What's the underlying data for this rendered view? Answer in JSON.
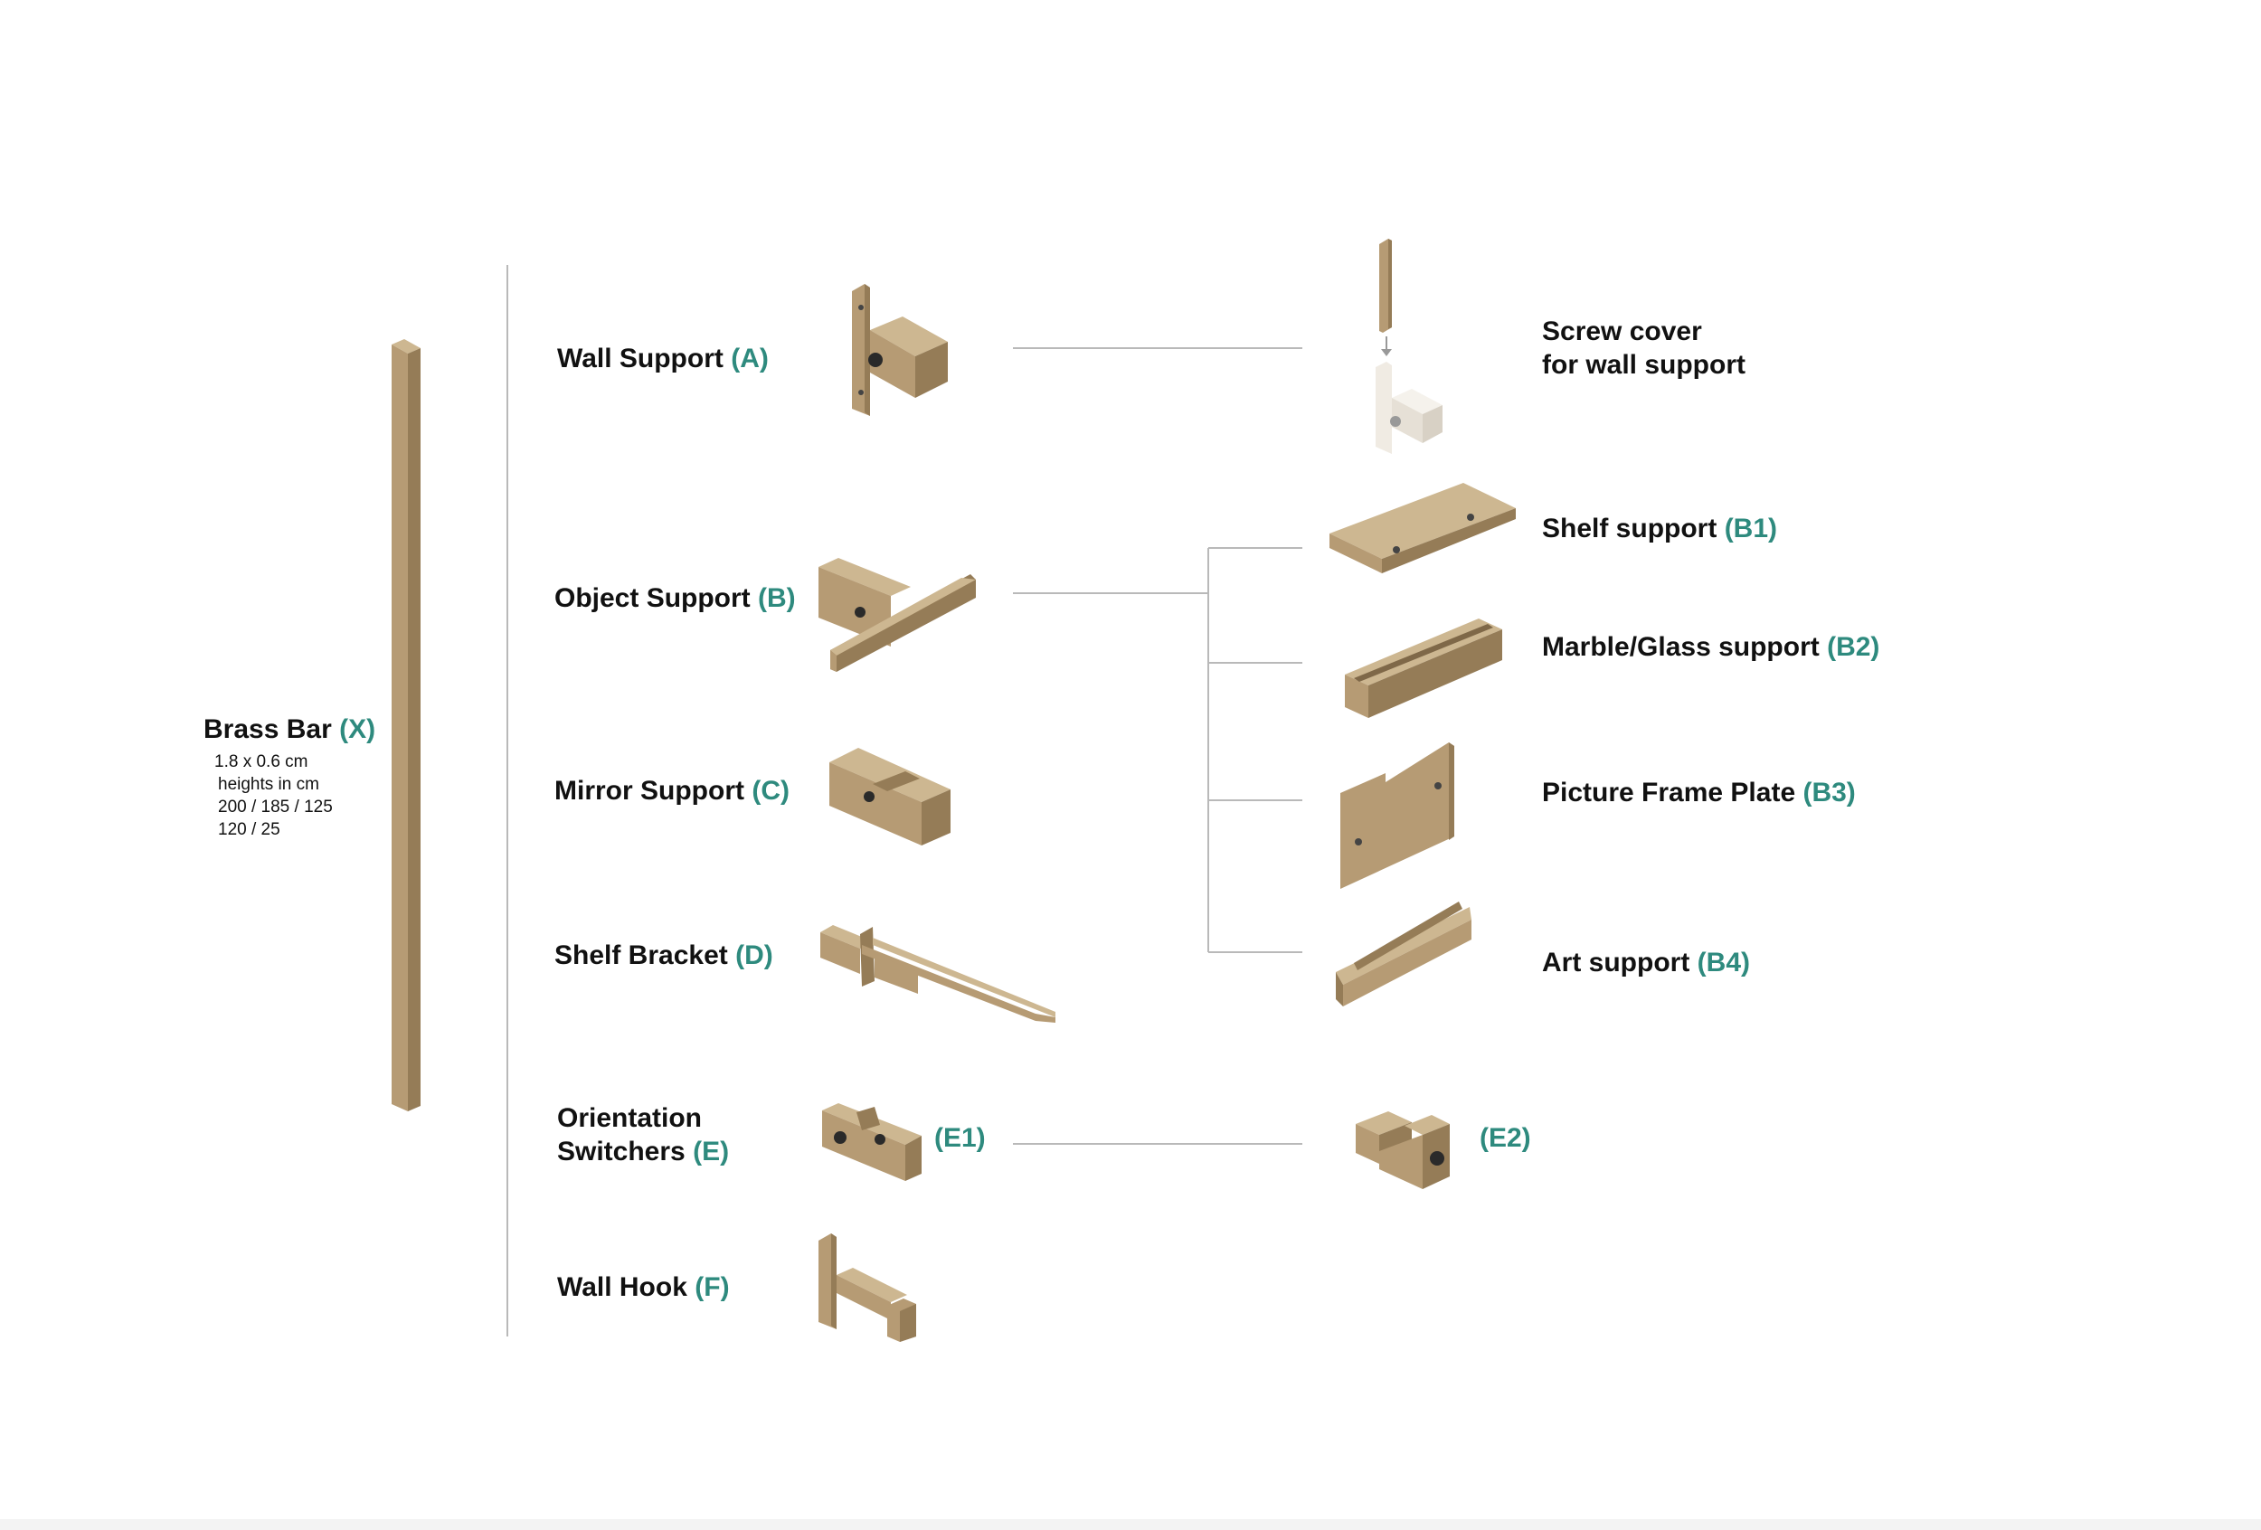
{
  "colors": {
    "brass": "#b69b74",
    "brass_dark": "#957c57",
    "brass_light": "#cdb791",
    "accent": "#2e8a7e",
    "line": "#b9b9b9"
  },
  "brass_bar": {
    "name": "Brass Bar",
    "code": "(X)",
    "specs": [
      "1.8 x 0.6 cm",
      "heights in cm",
      "200 / 185 / 125",
      "120 / 25"
    ]
  },
  "components": {
    "wall_support": {
      "name": "Wall Support",
      "code": "(A)"
    },
    "object_support": {
      "name": "Object Support",
      "code": "(B)"
    },
    "mirror_support": {
      "name": "Mirror Support",
      "code": "(C)"
    },
    "shelf_bracket": {
      "name": "Shelf Bracket",
      "code": "(D)"
    },
    "orientation": {
      "name_line1": "Orientation",
      "name_line2": "Switchers",
      "code": "(E)",
      "e1": "(E1)",
      "e2": "(E2)"
    },
    "wall_hook": {
      "name": "Wall Hook",
      "code": "(F)"
    }
  },
  "accessories": {
    "screw_cover": {
      "line1": "Screw cover",
      "line2": "for wall support"
    },
    "b1": {
      "name": "Shelf support",
      "code": "(B1)"
    },
    "b2": {
      "name": "Marble/Glass support",
      "code": "(B2)"
    },
    "b3": {
      "name": "Picture Frame Plate",
      "code": "(B3)"
    },
    "b4": {
      "name": "Art support",
      "code": "(B4)"
    }
  }
}
